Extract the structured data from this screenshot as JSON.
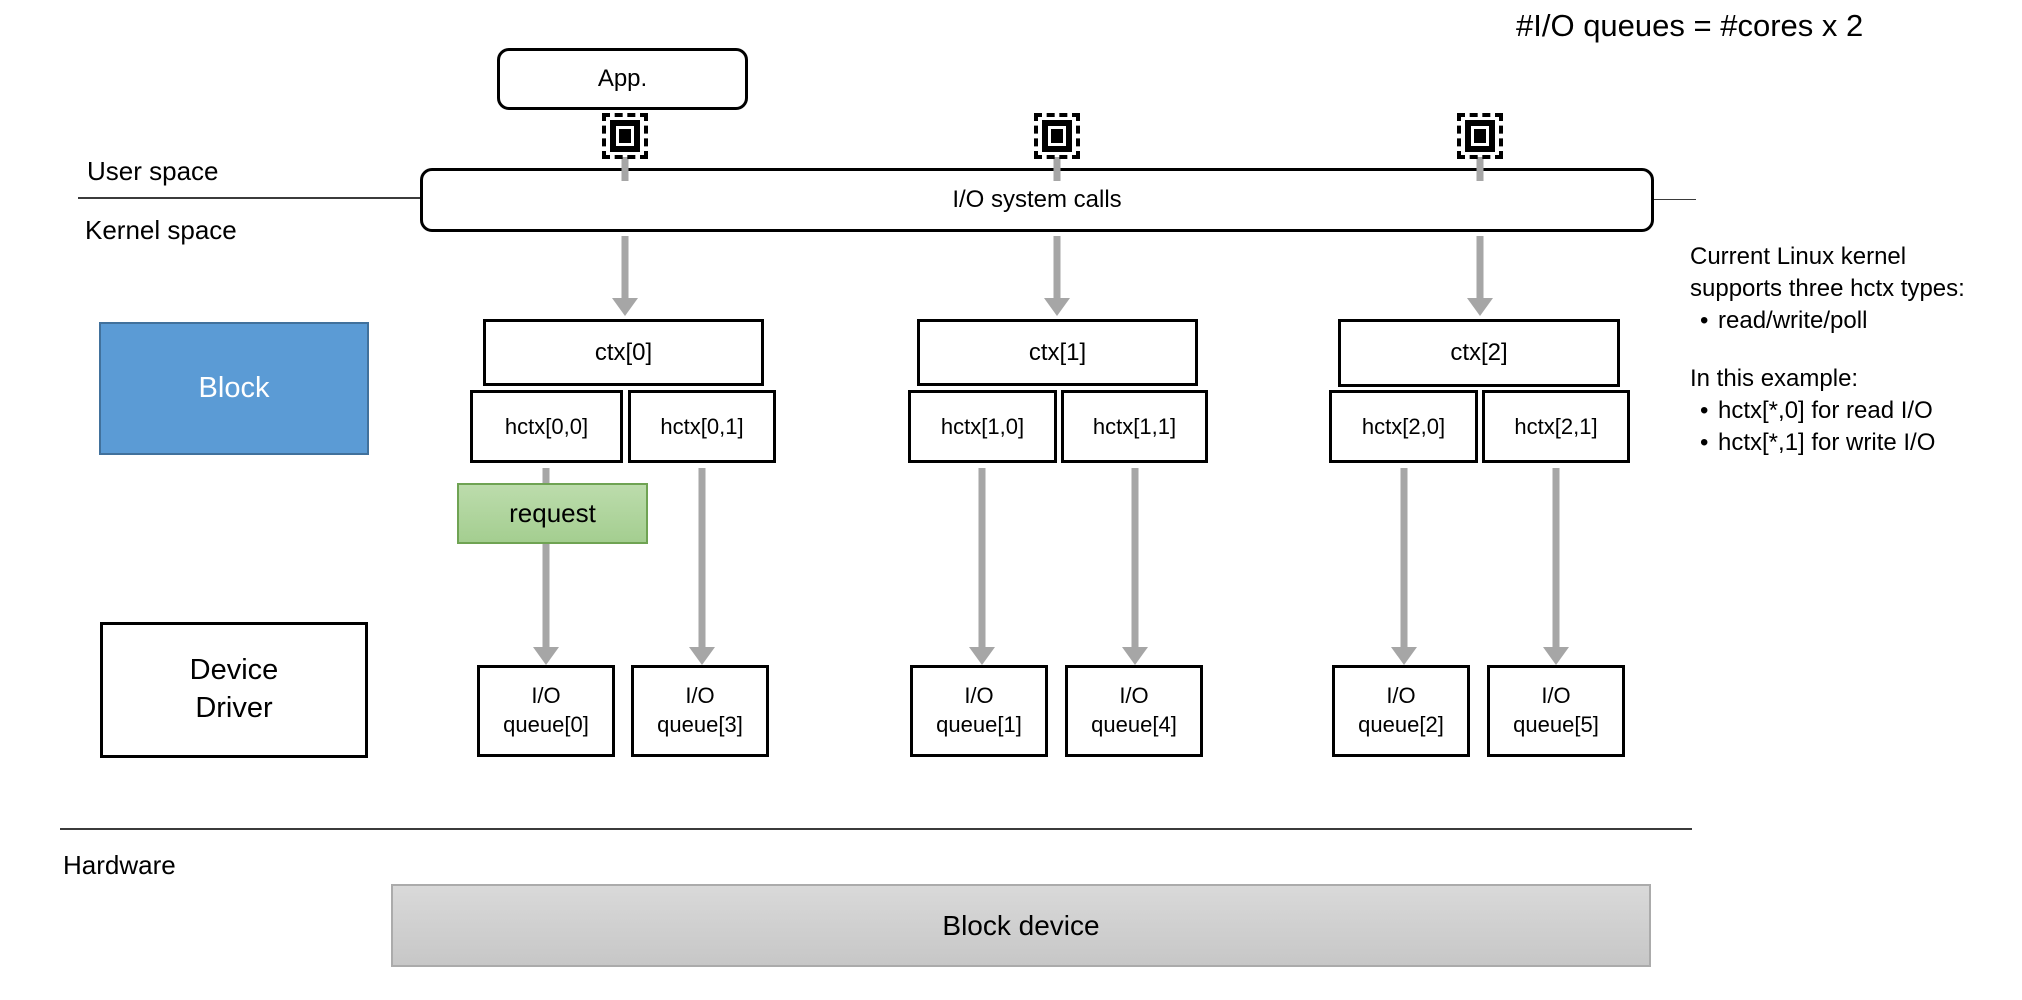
{
  "title": "#I/O queues = #cores x 2",
  "labels": {
    "user_space": "User space",
    "kernel_space": "Kernel space",
    "hardware": "Hardware"
  },
  "app": {
    "label": "App."
  },
  "syscalls": {
    "label": "I/O system calls"
  },
  "layers": {
    "block": "Block",
    "device_driver_line1": "Device",
    "device_driver_line2": "Driver"
  },
  "request": {
    "label": "request"
  },
  "block_device": {
    "label": "Block device"
  },
  "groups": [
    {
      "ctx": "ctx[0]",
      "hctx": [
        "hctx[0,0]",
        "hctx[0,1]"
      ],
      "queues": [
        {
          "line1": "I/O",
          "line2": "queue[0]"
        },
        {
          "line1": "I/O",
          "line2": "queue[3]"
        }
      ]
    },
    {
      "ctx": "ctx[1]",
      "hctx": [
        "hctx[1,0]",
        "hctx[1,1]"
      ],
      "queues": [
        {
          "line1": "I/O",
          "line2": "queue[1]"
        },
        {
          "line1": "I/O",
          "line2": "queue[4]"
        }
      ]
    },
    {
      "ctx": "ctx[2]",
      "hctx": [
        "hctx[2,0]",
        "hctx[2,1]"
      ],
      "queues": [
        {
          "line1": "I/O",
          "line2": "queue[2]"
        },
        {
          "line1": "I/O",
          "line2": "queue[5]"
        }
      ]
    }
  ],
  "notes": {
    "bullet": "•",
    "para1_line1": "Current Linux kernel",
    "para1_line2": "supports three hctx types:",
    "para1_bullet1": "read/write/poll",
    "para2_line1": "In this example:",
    "para2_bullet1": "hctx[*,0] for read I/O",
    "para2_bullet2": "hctx[*,1] for write I/O"
  },
  "icons": {
    "cpu": "cpu-chip-icon"
  },
  "colors": {
    "block_fill": "#5B9BD5",
    "block_border": "#41719C",
    "block_text": "#FFFFFF",
    "request_fill": "#A9D18E",
    "request_border": "#6FA353",
    "arrow_gray": "#A6A6A6",
    "block_device_fill": "#D0D0D0",
    "block_device_border": "#ABABAB",
    "outline": "#000000"
  }
}
